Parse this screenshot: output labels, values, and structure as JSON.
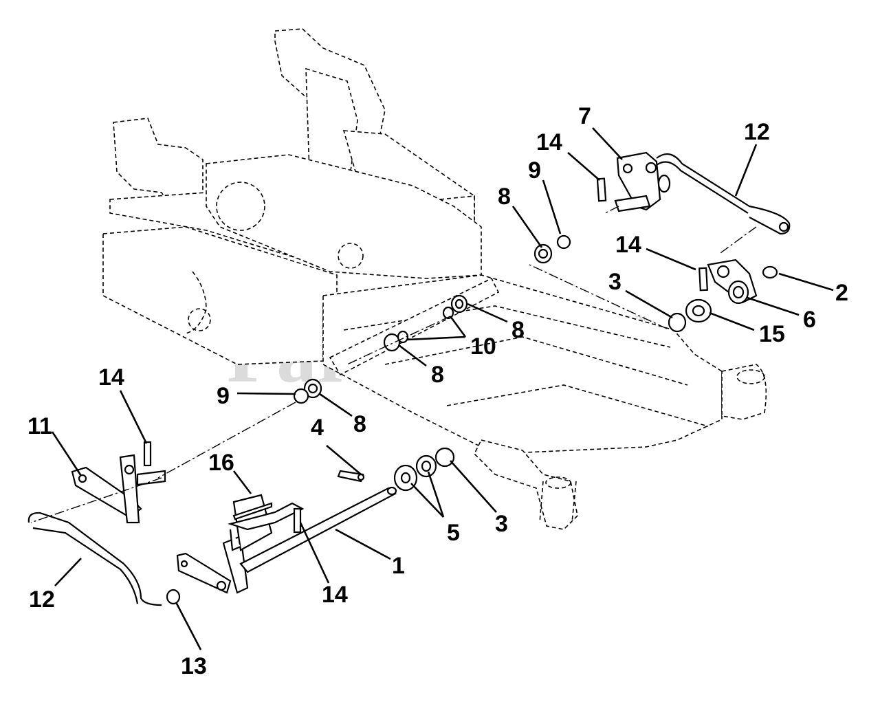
{
  "watermark": {
    "text": "PartsTree",
    "trademark": "™"
  },
  "callouts": [
    {
      "id": "c-7-top",
      "text": "7"
    },
    {
      "id": "c-12-top",
      "text": "12"
    },
    {
      "id": "c-14-top",
      "text": "14"
    },
    {
      "id": "c-9-top",
      "text": "9"
    },
    {
      "id": "c-8-top",
      "text": "8"
    },
    {
      "id": "c-14-mid",
      "text": "14"
    },
    {
      "id": "c-2",
      "text": "2"
    },
    {
      "id": "c-3-right",
      "text": "3"
    },
    {
      "id": "c-6",
      "text": "6"
    },
    {
      "id": "c-15",
      "text": "15"
    },
    {
      "id": "c-8-mid-upper",
      "text": "8"
    },
    {
      "id": "c-10",
      "text": "10"
    },
    {
      "id": "c-8-mid",
      "text": "8"
    },
    {
      "id": "c-9-left",
      "text": "9"
    },
    {
      "id": "c-8-left",
      "text": "8"
    },
    {
      "id": "c-14-left",
      "text": "14"
    },
    {
      "id": "c-11",
      "text": "11"
    },
    {
      "id": "c-4",
      "text": "4"
    },
    {
      "id": "c-16",
      "text": "16"
    },
    {
      "id": "c-5",
      "text": "5"
    },
    {
      "id": "c-3-lower",
      "text": "3"
    },
    {
      "id": "c-1",
      "text": "1"
    },
    {
      "id": "c-14-bottom",
      "text": "14"
    },
    {
      "id": "c-12-left",
      "text": "12"
    },
    {
      "id": "c-13",
      "text": "13"
    }
  ]
}
